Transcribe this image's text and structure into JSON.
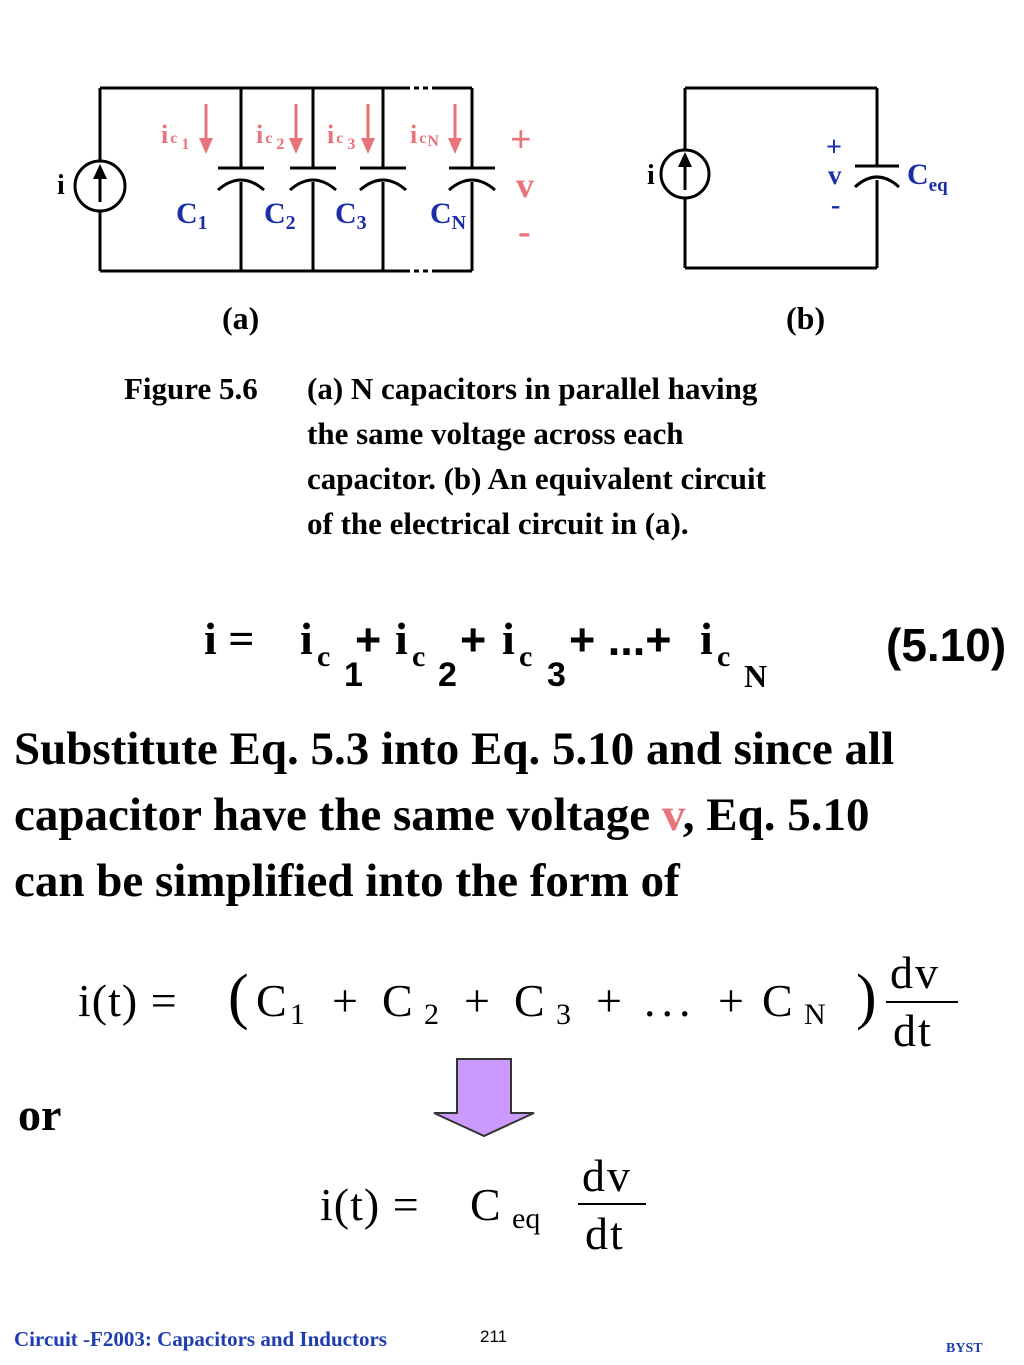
{
  "figure": {
    "a": {
      "source_label": "i",
      "currents": [
        {
          "main": "i",
          "sub1": "c",
          "sub2": "1"
        },
        {
          "main": "i",
          "sub1": "c",
          "sub2": "2"
        },
        {
          "main": "i",
          "sub1": "c",
          "sub2": "3"
        },
        {
          "main": "i",
          "sub1": "c",
          "sub2": "N"
        }
      ],
      "capacitors": [
        {
          "main": "C",
          "sub": "1"
        },
        {
          "main": "C",
          "sub": "2"
        },
        {
          "main": "C",
          "sub": "3"
        },
        {
          "main": "C",
          "sub": "N"
        }
      ],
      "voltage": {
        "plus": "+",
        "v": "v",
        "minus": "-"
      },
      "panel_label": "(a)"
    },
    "b": {
      "source_label": "i",
      "voltage": {
        "plus": "+",
        "v": "v",
        "minus": "-"
      },
      "capacitor": {
        "main": "C",
        "sub": "eq"
      },
      "panel_label": "(b)"
    },
    "caption": {
      "label": "Figure 5.6",
      "lines": [
        "(a) N capacitors in parallel having",
        "the same voltage across each",
        "capacitor.  (b) An equivalent circuit",
        "of the electrical circuit in (a)."
      ]
    }
  },
  "equation_510": {
    "lhs": "i =",
    "terms": [
      {
        "main": "i",
        "sub": "c",
        "index": "1",
        "op": "+"
      },
      {
        "main": "i",
        "sub": "c",
        "index": "2",
        "op": "+"
      },
      {
        "main": "i",
        "sub": "c",
        "index": "3",
        "op": "+ ...+"
      },
      {
        "main": "i",
        "sub": "c",
        "index": "N",
        "op": ""
      }
    ],
    "number": "(5.10)"
  },
  "paragraph": {
    "line1": "Substitute Eq. 5.3 into Eq. 5.10 and since all",
    "line2_before": "capacitor have the same voltage ",
    "line2_var": "v",
    "line2_after": ", Eq. 5.10",
    "line3": "can be simplified into the form of"
  },
  "equation_full": {
    "lhs": "i(t) =",
    "terms": [
      {
        "main": "C",
        "sub": "1"
      },
      {
        "main": "C",
        "sub": "2"
      },
      {
        "main": "C",
        "sub": "3"
      },
      {
        "main": "...",
        "sub": ""
      },
      {
        "main": "C",
        "sub": "N"
      }
    ],
    "plus": "+",
    "numerator": "dv",
    "denominator": "dt"
  },
  "or_label": "or",
  "equation_eq": {
    "lhs": "i(t) =",
    "main": "C",
    "sub": "eq",
    "numerator": "dv",
    "denominator": "dt"
  },
  "footer": {
    "course": "Circuit -F2003: Capacitors and Inductors",
    "page": "211",
    "author": "BYST"
  },
  "colors": {
    "current_label": "#e8737a",
    "capacitor_label": "#1a2ea8",
    "arrow_fill": "#cc99ff",
    "footer_text": "#1f3cb0"
  }
}
